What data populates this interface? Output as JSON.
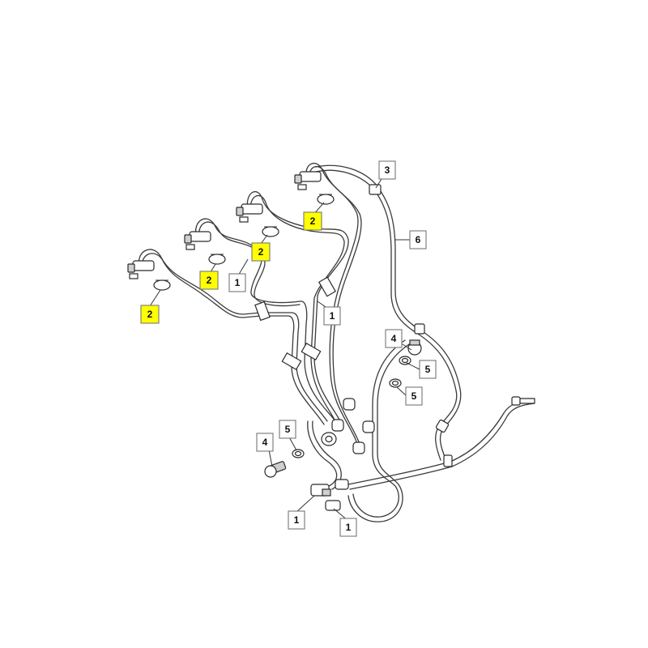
{
  "colors": {
    "background": "#ffffff",
    "line": "#3a3a3a",
    "callout_highlight": "#ffff00",
    "callout_plain": "#ffffff",
    "callout_border": "#777777"
  },
  "callouts": [
    {
      "id": "c3",
      "label": "3",
      "highlight": false
    },
    {
      "id": "c6",
      "label": "6",
      "highlight": false
    },
    {
      "id": "c2a",
      "label": "2",
      "highlight": true
    },
    {
      "id": "c2b",
      "label": "2",
      "highlight": true
    },
    {
      "id": "c2c",
      "label": "2",
      "highlight": true
    },
    {
      "id": "c2d",
      "label": "2",
      "highlight": true
    },
    {
      "id": "c1a",
      "label": "1",
      "highlight": false
    },
    {
      "id": "c1b",
      "label": "1",
      "highlight": false
    },
    {
      "id": "c4a",
      "label": "4",
      "highlight": false
    },
    {
      "id": "c5a",
      "label": "5",
      "highlight": false
    },
    {
      "id": "c5b",
      "label": "5",
      "highlight": false
    },
    {
      "id": "c5c",
      "label": "5",
      "highlight": false
    },
    {
      "id": "c4b",
      "label": "4",
      "highlight": false
    },
    {
      "id": "c1c",
      "label": "1",
      "highlight": false
    },
    {
      "id": "c1d",
      "label": "1",
      "highlight": false
    }
  ]
}
